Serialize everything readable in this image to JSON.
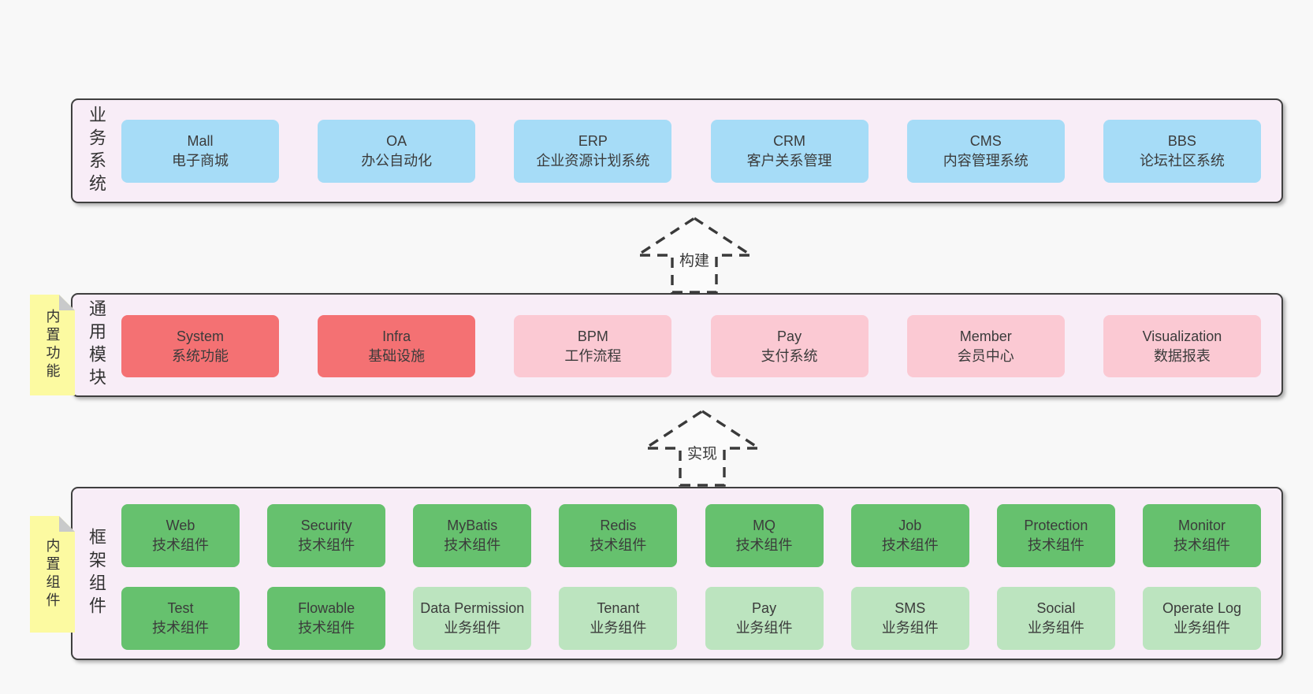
{
  "diagram": {
    "arrows": [
      {
        "label": "构建"
      },
      {
        "label": "实现"
      }
    ],
    "layers": [
      {
        "label": "业务系统",
        "boxes": [
          {
            "name": "Mall",
            "desc": "电子商城",
            "variant": "blue"
          },
          {
            "name": "OA",
            "desc": "办公自动化",
            "variant": "blue"
          },
          {
            "name": "ERP",
            "desc": "企业资源计划系统",
            "variant": "blue"
          },
          {
            "name": "CRM",
            "desc": "客户关系管理",
            "variant": "blue"
          },
          {
            "name": "CMS",
            "desc": "内容管理系统",
            "variant": "blue"
          },
          {
            "name": "BBS",
            "desc": "论坛社区系统",
            "variant": "blue"
          }
        ]
      },
      {
        "label": "通用模块",
        "sticky": "内置功能",
        "boxes": [
          {
            "name": "System",
            "desc": "系统功能",
            "variant": "red"
          },
          {
            "name": "Infra",
            "desc": "基础设施",
            "variant": "red"
          },
          {
            "name": "BPM",
            "desc": "工作流程",
            "variant": "pink"
          },
          {
            "name": "Pay",
            "desc": "支付系统",
            "variant": "pink"
          },
          {
            "name": "Member",
            "desc": "会员中心",
            "variant": "pink"
          },
          {
            "name": "Visualization",
            "desc": "数据报表",
            "variant": "pink"
          }
        ]
      },
      {
        "label": "框架组件",
        "sticky": "内置组件",
        "row1": [
          {
            "name": "Web",
            "desc": "技术组件",
            "variant": "green-dark"
          },
          {
            "name": "Security",
            "desc": "技术组件",
            "variant": "green-dark"
          },
          {
            "name": "MyBatis",
            "desc": "技术组件",
            "variant": "green-dark"
          },
          {
            "name": "Redis",
            "desc": "技术组件",
            "variant": "green-dark"
          },
          {
            "name": "MQ",
            "desc": "技术组件",
            "variant": "green-dark"
          },
          {
            "name": "Job",
            "desc": "技术组件",
            "variant": "green-dark"
          },
          {
            "name": "Protection",
            "desc": "技术组件",
            "variant": "green-dark"
          },
          {
            "name": "Monitor",
            "desc": "技术组件",
            "variant": "green-dark"
          }
        ],
        "row2": [
          {
            "name": "Test",
            "desc": "技术组件",
            "variant": "green-dark"
          },
          {
            "name": "Flowable",
            "desc": "技术组件",
            "variant": "green-dark"
          },
          {
            "name": "Data Permission",
            "desc": "业务组件",
            "variant": "green-light"
          },
          {
            "name": "Tenant",
            "desc": "业务组件",
            "variant": "green-light"
          },
          {
            "name": "Pay",
            "desc": "业务组件",
            "variant": "green-light"
          },
          {
            "name": "SMS",
            "desc": "业务组件",
            "variant": "green-light"
          },
          {
            "name": "Social",
            "desc": "业务组件",
            "variant": "green-light"
          },
          {
            "name": "Operate Log",
            "desc": "业务组件",
            "variant": "green-light"
          }
        ]
      }
    ],
    "colors": {
      "background": "#f8f8f8",
      "layer_fill": "#f8edf7",
      "layer_border": "#3f3f3f",
      "business_box": "#a6dcf7",
      "core_module_box": "#f47173",
      "optional_module_box": "#fbc9d3",
      "tech_component_box": "#66c16e",
      "biz_component_box": "#bce4bf",
      "sticky_note": "#fcfaa1",
      "sticky_fold": "#c9cacb",
      "text": "#3b3b3b"
    }
  }
}
